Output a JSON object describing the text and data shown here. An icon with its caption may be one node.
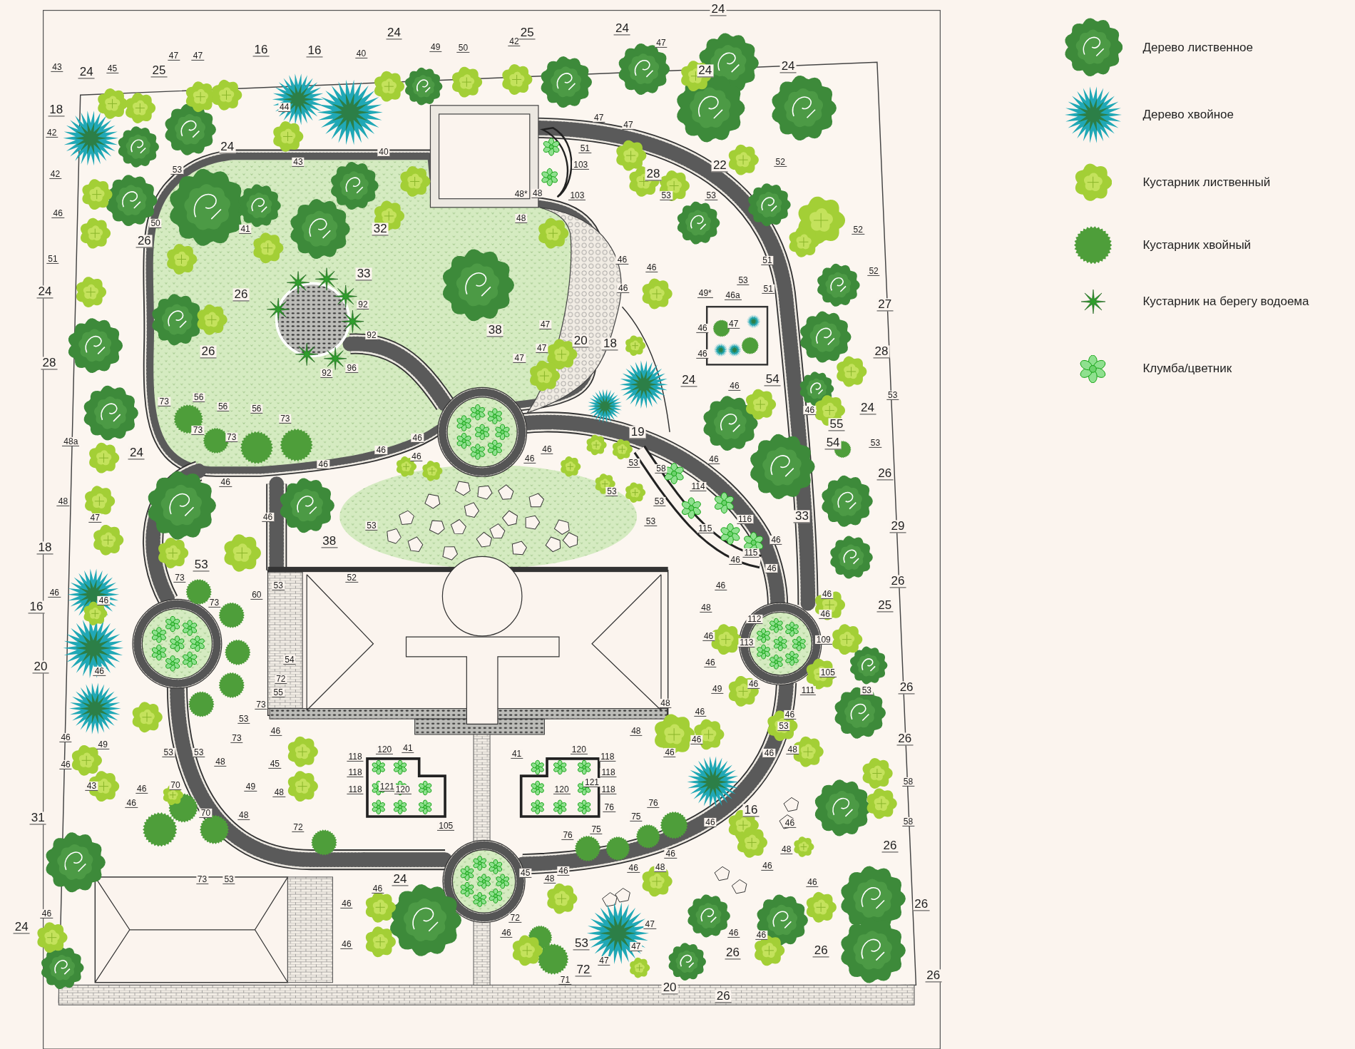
{
  "diagram": {
    "labels": [
      "24",
      "24",
      "47",
      "24",
      "49",
      "50",
      "42",
      "25",
      "16",
      "16",
      "40",
      "47",
      "47",
      "24",
      "24",
      "43",
      "45",
      "24",
      "25",
      "18",
      "44",
      "47",
      "47",
      "42",
      "24",
      "40",
      "51",
      "43",
      "22",
      "52",
      "103",
      "53",
      "42",
      "28",
      "48*",
      "48",
      "103",
      "53",
      "53",
      "46",
      "48",
      "50",
      "41",
      "32",
      "52",
      "26",
      "51",
      "46",
      "51",
      "46",
      "52",
      "33",
      "53",
      "46",
      "51",
      "24",
      "49*",
      "46a",
      "26",
      "92",
      "27",
      "46",
      "47",
      "47",
      "38",
      "92",
      "20",
      "18",
      "47",
      "26",
      "28",
      "46",
      "47",
      "28",
      "96",
      "92",
      "54",
      "24",
      "46",
      "53",
      "56",
      "73",
      "56",
      "56",
      "24",
      "46",
      "73",
      "55",
      "73",
      "19",
      "73",
      "46",
      "48a",
      "53",
      "54",
      "46",
      "46",
      "24",
      "46",
      "46",
      "46",
      "53",
      "46",
      "58",
      "26",
      "46",
      "114",
      "53",
      "48",
      "53",
      "46",
      "47",
      "33",
      "116",
      "53",
      "53",
      "29",
      "115",
      "46",
      "38",
      "18",
      "115",
      "46",
      "53",
      "46",
      "52",
      "73",
      "26",
      "53",
      "46",
      "46",
      "46",
      "60",
      "46",
      "73",
      "25",
      "16",
      "48",
      "46",
      "112",
      "46",
      "109",
      "113",
      "54",
      "46",
      "20",
      "46",
      "105",
      "72",
      "46",
      "26",
      "49",
      "53",
      "111",
      "55",
      "48",
      "73",
      "46",
      "46",
      "53",
      "53",
      "46",
      "48",
      "46",
      "73",
      "46",
      "26",
      "49",
      "41",
      "120",
      "120",
      "46",
      "53",
      "53",
      "48",
      "46",
      "41",
      "118",
      "118",
      "48",
      "45",
      "46",
      "118",
      "118",
      "58",
      "121",
      "120",
      "120",
      "121",
      "70",
      "43",
      "49",
      "46",
      "118",
      "118",
      "48",
      "46",
      "76",
      "76",
      "16",
      "70",
      "48",
      "75",
      "31",
      "58",
      "46",
      "46",
      "105",
      "72",
      "75",
      "76",
      "26",
      "48",
      "46",
      "46",
      "48",
      "46",
      "46",
      "45",
      "48",
      "24",
      "73",
      "53",
      "46",
      "46",
      "46",
      "26",
      "46",
      "72",
      "47",
      "24",
      "46",
      "46",
      "46",
      "53",
      "46",
      "47",
      "26",
      "26",
      "47",
      "72",
      "26",
      "71",
      "20",
      "26"
    ],
    "legend": [
      {
        "text": "Дерево лиственное"
      },
      {
        "text": "Дерево хвойное"
      },
      {
        "text": "Кустарник лиственный"
      },
      {
        "text": "Кустарник хвойный"
      },
      {
        "text": "Кустарник на берегу водоема"
      },
      {
        "text": "Клумба/цветник"
      }
    ]
  }
}
